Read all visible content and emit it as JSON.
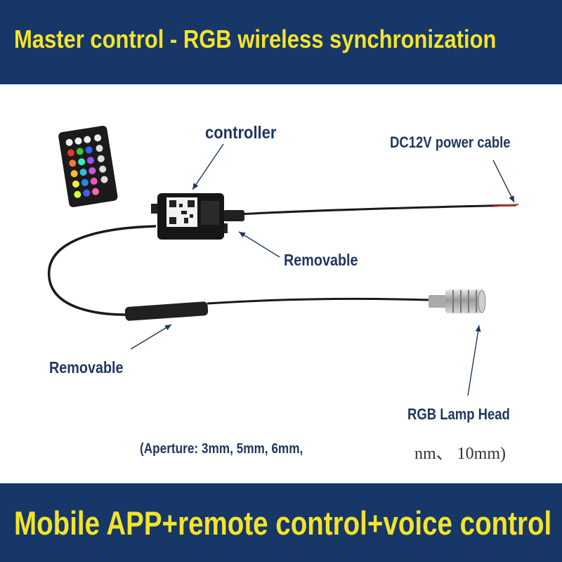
{
  "header": {
    "title": "Master control - RGB wireless synchronization"
  },
  "labels": {
    "controller": "controller",
    "power_cable": "DC12V power cable",
    "removable_1": "Removable",
    "removable_2": "Removable",
    "lamp_head": "RGB Lamp Head",
    "aperture": "(Aperture: 3mm, 5mm, 6mm,",
    "aperture_tail": "nm、 10mm)"
  },
  "footer": {
    "title": "Mobile APP+remote control+voice control"
  },
  "colors": {
    "banner_bg": "#163767",
    "banner_text": "#f4e32a",
    "label_text": "#1f3760"
  }
}
